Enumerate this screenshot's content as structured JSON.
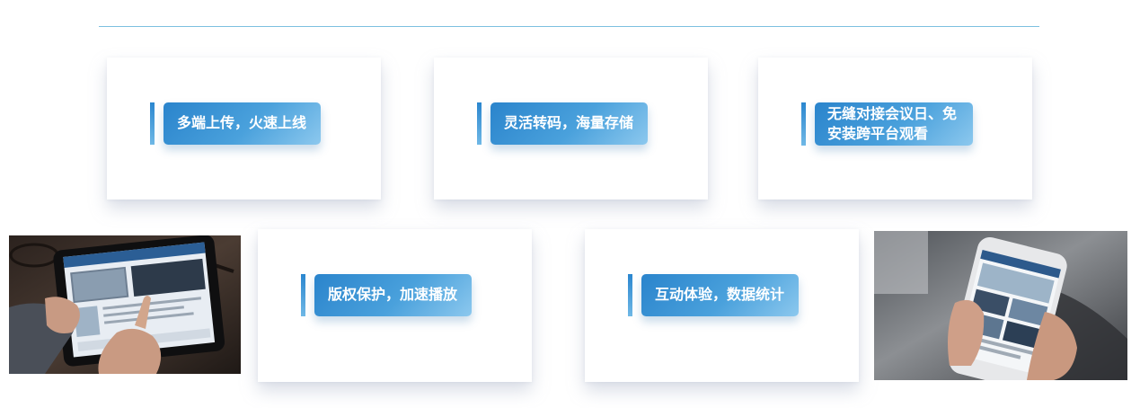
{
  "features": [
    {
      "label": "多端上传，火速上线"
    },
    {
      "label": "灵活转码，海量存储"
    },
    {
      "label": "无缝对接会议日、免安装跨平台观看"
    },
    {
      "label": "版权保护，加速播放"
    },
    {
      "label": "互动体验，数据统计"
    }
  ],
  "colors": {
    "accent": "#2a86cf",
    "pill_light": "#8cc8ee",
    "rule": "#7cc0e0"
  }
}
